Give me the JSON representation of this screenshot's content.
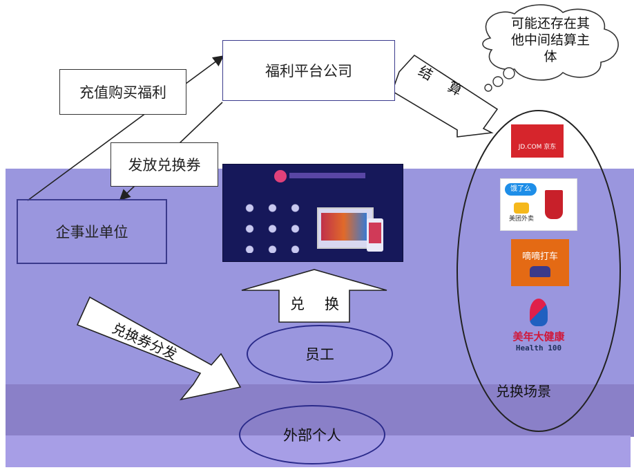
{
  "nodes": {
    "welfare_platform": "福利平台公司",
    "enterprise": "企事业单位",
    "employee": "员工",
    "external_individual": "外部个人",
    "recharge": "充值购买福利",
    "issue_voucher": "发放兑换券",
    "settle": "结　算",
    "redeem": "兑　换",
    "voucher_distribution": "兑换券分发",
    "redeem_scenarios": "兑换场景",
    "cloud_note": "可能还存在其他中间结算主体"
  },
  "logos": {
    "jd": "JD.COM 京东",
    "eleme": "饿了么",
    "meituan": "美团外卖",
    "didi": "嘀嘀打车",
    "meinian": "美年大健康",
    "health100": "Health 100"
  },
  "colors": {
    "overlay_purple": "#8e8ad8",
    "overlay_dark": "#7a72c0",
    "border_navy": "#2a2a8a"
  }
}
